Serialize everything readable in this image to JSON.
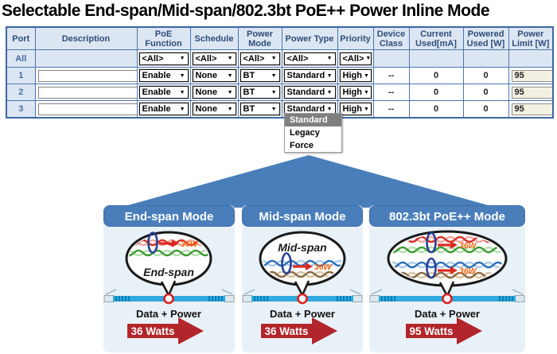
{
  "title": "Selectable End-span/Mid-span/802.3bt PoE++ Power Inline Mode",
  "icons": {
    "dropdown_arrow": "▼"
  },
  "table": {
    "columns": [
      "Port",
      "Description",
      "PoE Function",
      "Schedule",
      "Power Mode",
      "Power Type",
      "Priority",
      "Device Class",
      "Current Used[mA]",
      "Powered Used [W]",
      "Power Limit [W]"
    ],
    "all_row": {
      "port": "All",
      "poe_function": "<All>",
      "schedule": "<All>",
      "power_mode": "<All>",
      "power_type": "<All>",
      "priority": "<All>"
    },
    "rows": [
      {
        "port": "1",
        "description": "",
        "poe_function": "Enable",
        "schedule": "None",
        "power_mode": "BT",
        "power_type": "Standard",
        "priority": "High",
        "device_class": "--",
        "current_used": "0",
        "powered_used": "0",
        "power_limit": "95"
      },
      {
        "port": "2",
        "description": "",
        "poe_function": "Enable",
        "schedule": "None",
        "power_mode": "BT",
        "power_type": "Standard",
        "priority": "High",
        "device_class": "--",
        "current_used": "0",
        "powered_used": "0",
        "power_limit": "95"
      },
      {
        "port": "3",
        "description": "",
        "poe_function": "Enable",
        "schedule": "None",
        "power_mode": "BT",
        "power_type": "Standard",
        "priority": "High",
        "device_class": "--",
        "current_used": "0",
        "powered_used": "0",
        "power_limit": "95"
      }
    ]
  },
  "dropdown": {
    "options": [
      "Standard",
      "Legacy",
      "Force"
    ],
    "selected": "Standard"
  },
  "diagram": {
    "panels": [
      {
        "title": "End-span Mode",
        "bubble_label": "End-span",
        "watt1": "36W",
        "watt2": "",
        "cable_label": "Data + Power",
        "watts_label": "36 Watts"
      },
      {
        "title": "Mid-span Mode",
        "bubble_label": "Mid-span",
        "watt1": "36W",
        "watt2": "",
        "cable_label": "Data + Power",
        "watts_label": "36 Watts"
      },
      {
        "title": "802.3bt PoE++ Mode",
        "bubble_label": "",
        "watt1": "36W",
        "watt2": "36W",
        "cable_label": "Data + Power",
        "watts_label": "95 Watts"
      }
    ]
  },
  "colors": {
    "accent_blue": "#4a7ebb",
    "panel_bg": "#e9f1f8",
    "table_header_bg": "#dce6f3",
    "table_border": "#4a76ad",
    "arrow_red": "#b2252a",
    "watt_orange": "#f4650f",
    "cable_blue": "#2fa9dd",
    "loop_blue": "#2a3f97"
  }
}
